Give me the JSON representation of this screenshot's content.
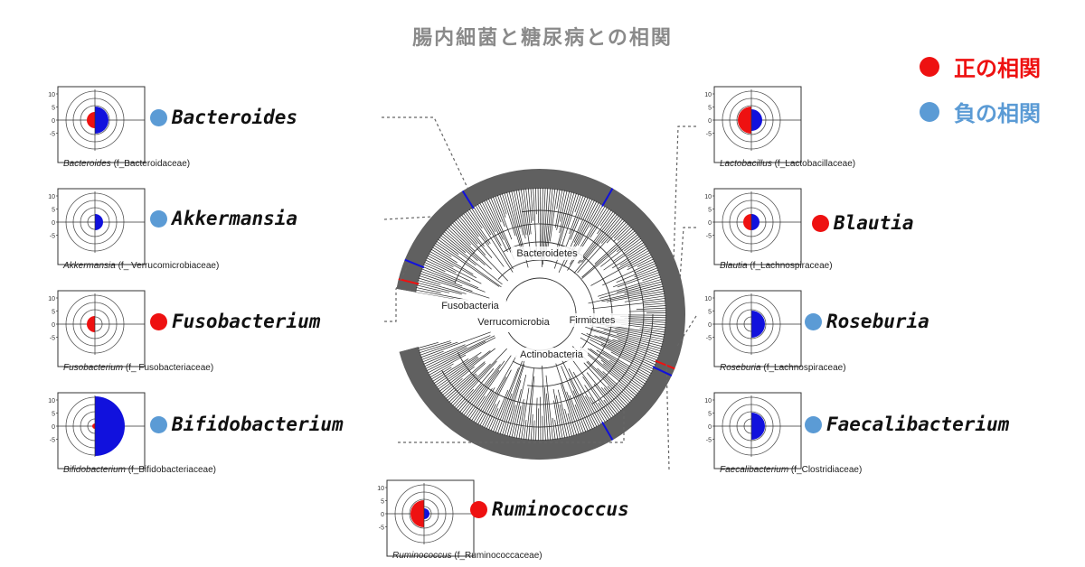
{
  "title": "腸内細菌と糖尿病との相関",
  "colors": {
    "positive": "#ee1111",
    "negative": "#5b9bd5",
    "red_half": "#ee1111",
    "blue_half": "#1111dd",
    "title": "#8a8a8a"
  },
  "legend": {
    "positive": {
      "label": "正の相関",
      "color": "#ee1111"
    },
    "negative": {
      "label": "負の相関",
      "color": "#5b9bd5"
    }
  },
  "axis_ticks": [
    "10",
    "5",
    "0",
    "-5"
  ],
  "tree_labels": {
    "bacteroidetes": "Bacteroidetes",
    "fusobacteria": "Fusobacteria",
    "verrucomicrobia": "Verrucomicrobia",
    "firmicutes": "Firmicutes",
    "actinobacteria": "Actinobacteria"
  },
  "taxa": [
    {
      "key": "bacteroides",
      "name": "Bacteroides",
      "genus": "Bacteroides",
      "family": " (f_Bacteroidaceae)",
      "correlation": "negative",
      "red": 3,
      "blue": 5
    },
    {
      "key": "akkermansia",
      "name": "Akkermansia",
      "genus": "Akkermansia",
      "family": " (f_ Verrucomicrobiaceae)",
      "correlation": "negative",
      "red": 0,
      "blue": 3
    },
    {
      "key": "fusobacterium",
      "name": "Fusobacterium",
      "genus": "Fusobacterium",
      "family": " (f_ Fusobacteriaceae)",
      "correlation": "positive",
      "red": 3,
      "blue": 0
    },
    {
      "key": "bifidobacterium",
      "name": "Bifidobacterium",
      "genus": "Bifidobacterium",
      "family": " (f_Bifidobacteriaceae)",
      "correlation": "negative",
      "red": 1,
      "blue": 11
    },
    {
      "key": "lactobacillus",
      "name": "Lactobacillus",
      "genus": "Lactobacillus",
      "family": " (f_Lactobacillaceae)",
      "correlation": "positive",
      "red": 5,
      "blue": 4
    },
    {
      "key": "blautia",
      "name": "Blautia",
      "genus": "Blautia",
      "family": " (f_Lachnospiraceae)",
      "correlation": "positive",
      "red": 3,
      "blue": 3
    },
    {
      "key": "roseburia",
      "name": "Roseburia",
      "genus": "Roseburia",
      "family": " (f_Lachnospiraceae)",
      "correlation": "negative",
      "red": 0,
      "blue": 5
    },
    {
      "key": "faecalibacterium",
      "name": "Faecalibacterium",
      "genus": "Faecalibacterium",
      "family": " (f_Clostridiaceae)",
      "correlation": "negative",
      "red": 0,
      "blue": 5
    },
    {
      "key": "ruminococcus",
      "name": "Ruminococcus",
      "genus": "Ruminococcus",
      "family": " (f_Ruminococcaceae)",
      "correlation": "positive",
      "red": 5,
      "blue": 2
    }
  ]
}
